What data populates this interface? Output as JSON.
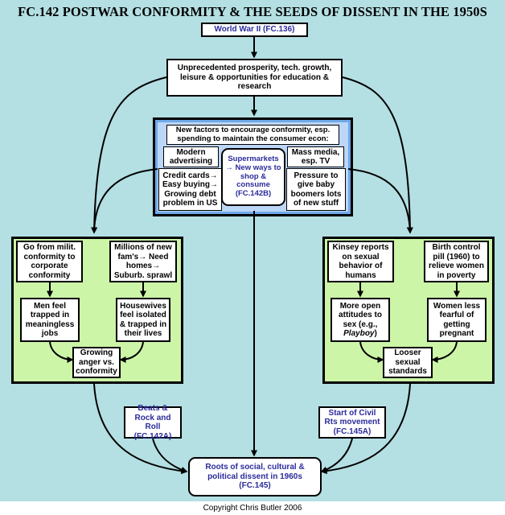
{
  "title": "FC.142 POSTWAR CONFORMITY & THE SEEDS OF DISSENT IN THE 1950S",
  "copyright": "Copyright Chris Butler 2006",
  "colors": {
    "background": "#b4dfe3",
    "blue_panel": "#6fa8e8",
    "green_panel": "#ccf5a7",
    "link_text": "#2b2b9c"
  },
  "nodes": {
    "ww2": "World War II (FC.136)",
    "prosperity": "Unprecedented prosperity, tech. growth, leisure & opportunities for education & research",
    "new_factors": "New factors to encourage conformity, esp. spending to maintain the consumer econ:",
    "modern_advertising": "Modern advertising",
    "supermarkets": "Supermarkets → New ways to shop & consume (FC.142B)",
    "mass_media": "Mass media, esp. TV",
    "credit_cards": "Credit cards→ Easy buying→ Growing debt problem in US",
    "pressure": "Pressure to give baby boomers lots of new stuff",
    "military_conformity": "Go from milit. conformity to corporate conformity",
    "new_families": "Millions of new fam's→ Need homes→ Suburb. sprawl",
    "men_trapped": "Men feel trapped in meaningless jobs",
    "housewives": "Housewives feel isolated & trapped in their lives",
    "growing_anger": "Growing anger vs. conformity",
    "kinsey": "Kinsey reports on sexual behavior of humans",
    "birth_control": "Birth control pill (1960) to relieve women in poverty",
    "open_attitudes_pre": "More open attitudes to sex (e.g., ",
    "open_attitudes_em": "Playboy",
    "open_attitudes_post": ")",
    "women_fearful": "Women less fearful of getting pregnant",
    "looser": "Looser sexual standards",
    "beats": "Beats & Rock and Roll (FC.142A)",
    "civil_rights": "Start of Civil Rts movement (FC.145A)",
    "roots": "Roots of social, cultural & political dissent in 1960s (FC.145)"
  }
}
